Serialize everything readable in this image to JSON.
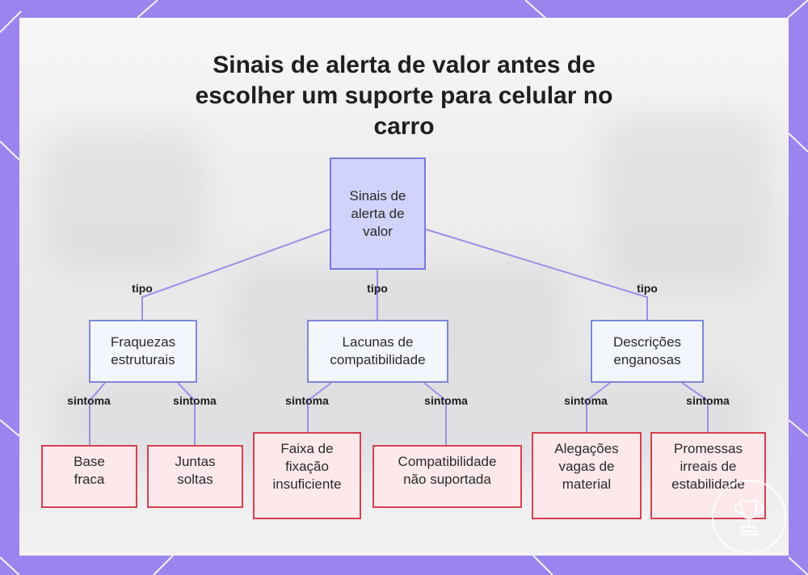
{
  "title": "Sinais de alerta de valor antes de escolher um suporte para celular no carro",
  "root": {
    "label": "Sinais de\nalerta de\nvalor"
  },
  "categories": [
    {
      "label": "Fraquezas\nestruturais",
      "edge_label": "tipo"
    },
    {
      "label": "Lacunas de\ncompatibilidade",
      "edge_label": "tipo"
    },
    {
      "label": "Descrições\nenganosas",
      "edge_label": "tipo"
    }
  ],
  "leaves": [
    {
      "label": "Base\nfraca",
      "edge_label": "sintoma",
      "parent": 0
    },
    {
      "label": "Juntas\nsoltas",
      "edge_label": "sintoma",
      "parent": 0
    },
    {
      "label": "Faixa de\nfixação\ninsuficiente",
      "edge_label": "sintoma",
      "parent": 1
    },
    {
      "label": "Compatibilidade\nnão suportada",
      "edge_label": "sintoma",
      "parent": 1
    },
    {
      "label": "Alegações\nvagas de\nmaterial",
      "edge_label": "sintoma",
      "parent": 2
    },
    {
      "label": "Promessas\nirreais de\nestabilidade",
      "edge_label": "sintoma",
      "parent": 2
    }
  ],
  "colors": {
    "frame": "#9b84ee",
    "edge": "#9f8ee8",
    "root_fill": "#d2d3fb",
    "category_fill": "#f4f6fd",
    "leaf_fill": "#fde9ec",
    "leaf_border": "#d5404f"
  },
  "icons": {
    "watermark": "trophy-icon"
  }
}
